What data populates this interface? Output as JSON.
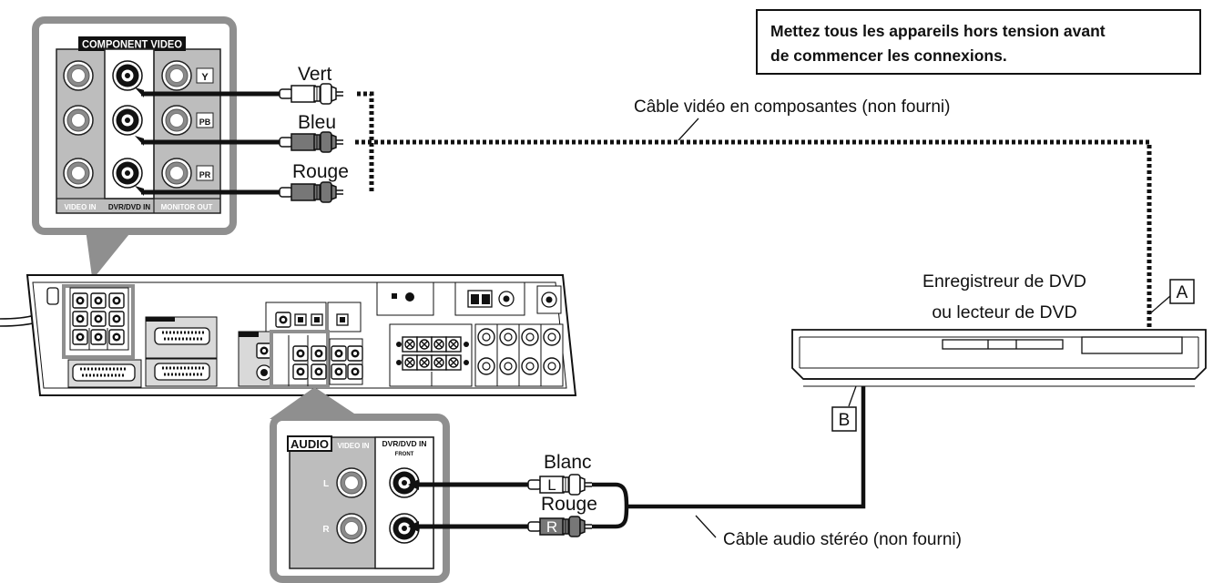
{
  "notice": {
    "line1": "Mettez tous les appareils hors tension avant",
    "line2": "de commencer les connexions."
  },
  "component_panel": {
    "title": "COMPONENT VIDEO",
    "row_labels": [
      "Y",
      "PB",
      "PR"
    ],
    "columns": [
      "VIDEO IN",
      "DVR/DVD IN",
      "MONITOR OUT"
    ]
  },
  "video_cable": {
    "colors": [
      "Vert",
      "Bleu",
      "Rouge"
    ],
    "label": "Câble vidéo en composantes (non fourni)"
  },
  "device": {
    "line1": "Enregistreur de DVD",
    "line2": "ou lecteur de DVD",
    "marker_a": "A",
    "marker_b": "B"
  },
  "audio_panel": {
    "title": "AUDIO",
    "video_in": "VIDEO IN",
    "dvr_dvd_in": "DVR/DVD IN",
    "front": "FRONT",
    "row_labels": [
      "L",
      "R"
    ]
  },
  "audio_cable": {
    "colors": [
      "Blanc",
      "Rouge"
    ],
    "plug_labels": [
      "L",
      "R"
    ],
    "label": "Câble audio stéréo (non fourni)"
  }
}
